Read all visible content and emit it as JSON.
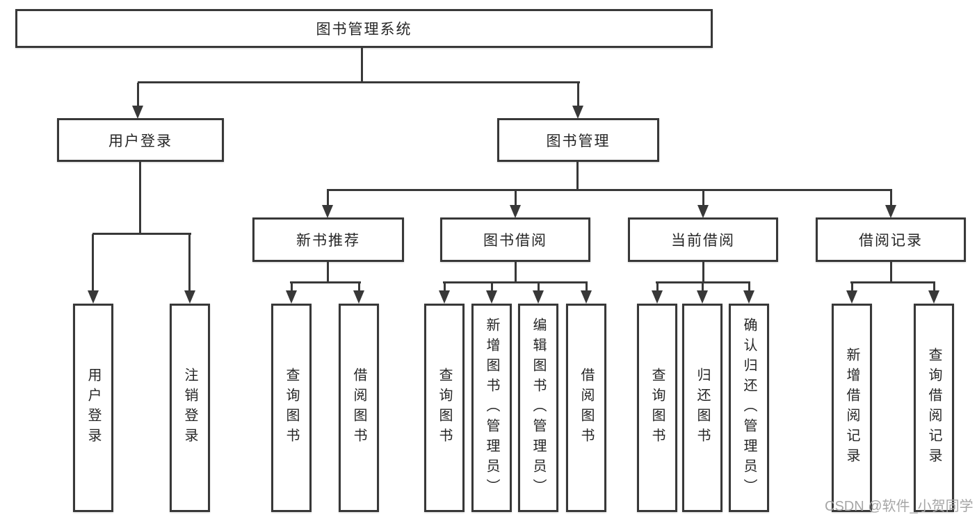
{
  "diagram": {
    "type": "tree",
    "colors": {
      "line": "#383838",
      "box_border": "#383838",
      "text": "#262626",
      "background": "#ffffff",
      "watermark": "#a6a6a6"
    },
    "root": {
      "label": "图书管理系统",
      "children": [
        {
          "label": "用户登录",
          "children": [
            {
              "label": "用户登录"
            },
            {
              "label": "注销登录"
            }
          ]
        },
        {
          "label": "图书管理",
          "children": [
            {
              "label": "新书推荐",
              "children": [
                {
                  "label": "查询图书"
                },
                {
                  "label": "借阅图书"
                }
              ]
            },
            {
              "label": "图书借阅",
              "children": [
                {
                  "label": "查询图书"
                },
                {
                  "label": "新增图书（管理员）"
                },
                {
                  "label": "编辑图书（管理员）"
                },
                {
                  "label": "借阅图书"
                }
              ]
            },
            {
              "label": "当前借阅",
              "children": [
                {
                  "label": "查询图书"
                },
                {
                  "label": "归还图书"
                },
                {
                  "label": "确认归还（管理员）"
                }
              ]
            },
            {
              "label": "借阅记录",
              "children": [
                {
                  "label": "新增借阅记录"
                },
                {
                  "label": "查询借阅记录"
                }
              ]
            }
          ]
        }
      ]
    },
    "watermark": "CSDN @软件_小贺同学"
  }
}
